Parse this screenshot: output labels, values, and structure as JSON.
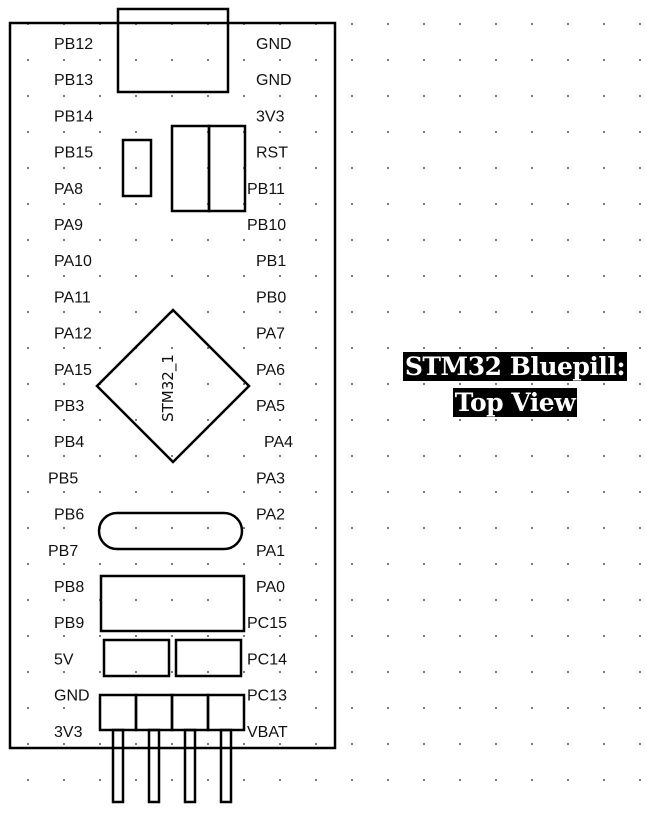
{
  "pins": {
    "left": [
      "PB12",
      "PB13",
      "PB14",
      "PB15",
      "PA8",
      "PA9",
      "PA10",
      "PA11",
      "PA12",
      "PA15",
      "PB3",
      "PB4",
      "PB5",
      "PB6",
      "PB7",
      "PB8",
      "PB9",
      "5V",
      "GND",
      "3V3"
    ],
    "right": [
      "GND",
      "GND",
      "3V3",
      "RST",
      "PB11",
      "PB10",
      "PB1",
      "PB0",
      "PA7",
      "PA6",
      "PA5",
      "PA4",
      "PA3",
      "PA2",
      "PA1",
      "PA0",
      "PC15",
      "PC14",
      "PC13",
      "VBAT"
    ]
  },
  "chip": {
    "label": "STM32_1"
  },
  "title": {
    "line1": "STM32 Bluepill:",
    "line2": "Top View"
  }
}
